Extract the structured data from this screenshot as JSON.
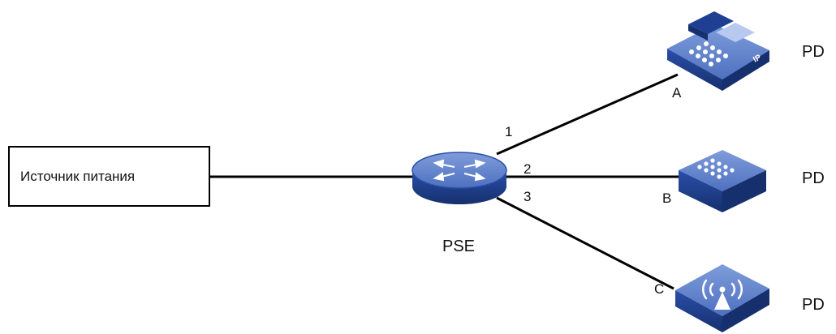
{
  "power_source": {
    "label": "Источник питания"
  },
  "pse": {
    "label": "PSE"
  },
  "ports": [
    "1",
    "2",
    "3"
  ],
  "devices": [
    {
      "id": "A",
      "kind": "ip-phone",
      "role": "PD"
    },
    {
      "id": "B",
      "kind": "phone",
      "role": "PD"
    },
    {
      "id": "C",
      "kind": "wireless-ap",
      "role": "PD"
    }
  ],
  "colors": {
    "device_top": "#5b7ecb",
    "device_side": "#1f3f93",
    "device_dark": "#16306e",
    "line": "#000000"
  }
}
